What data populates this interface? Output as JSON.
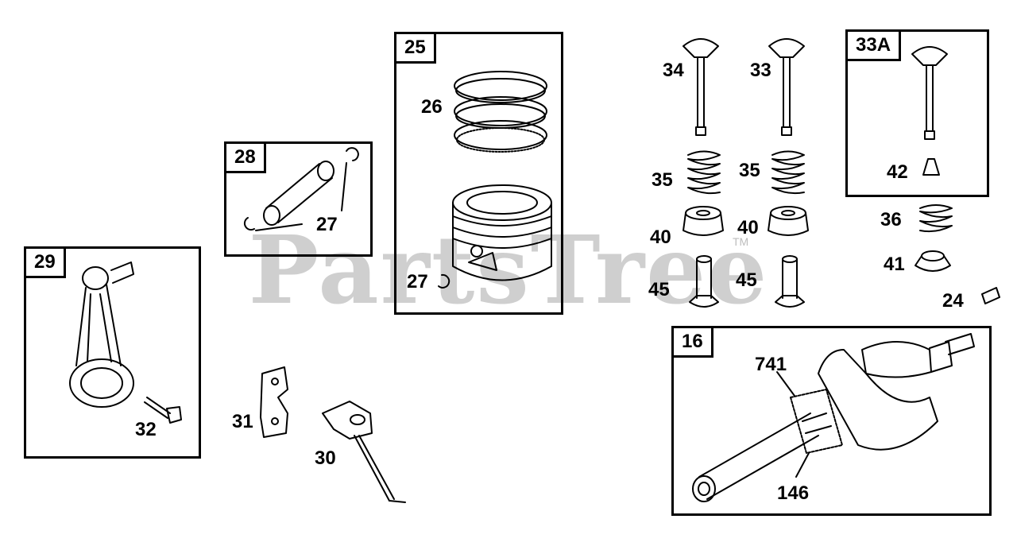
{
  "watermark": {
    "text": "PartsTree",
    "tm": "TM"
  },
  "boxes": {
    "b25": "25",
    "b28": "28",
    "b29": "29",
    "b33A": "33A",
    "b16": "16"
  },
  "labels": {
    "l26": "26",
    "l27a": "27",
    "l27b": "27",
    "l32": "32",
    "l31": "31",
    "l30": "30",
    "l34": "34",
    "l33": "33",
    "l35a": "35",
    "l35b": "35",
    "l40a": "40",
    "l40b": "40",
    "l45a": "45",
    "l45b": "45",
    "l42": "42",
    "l36": "36",
    "l41": "41",
    "l24": "24",
    "l741": "741",
    "l146": "146"
  }
}
